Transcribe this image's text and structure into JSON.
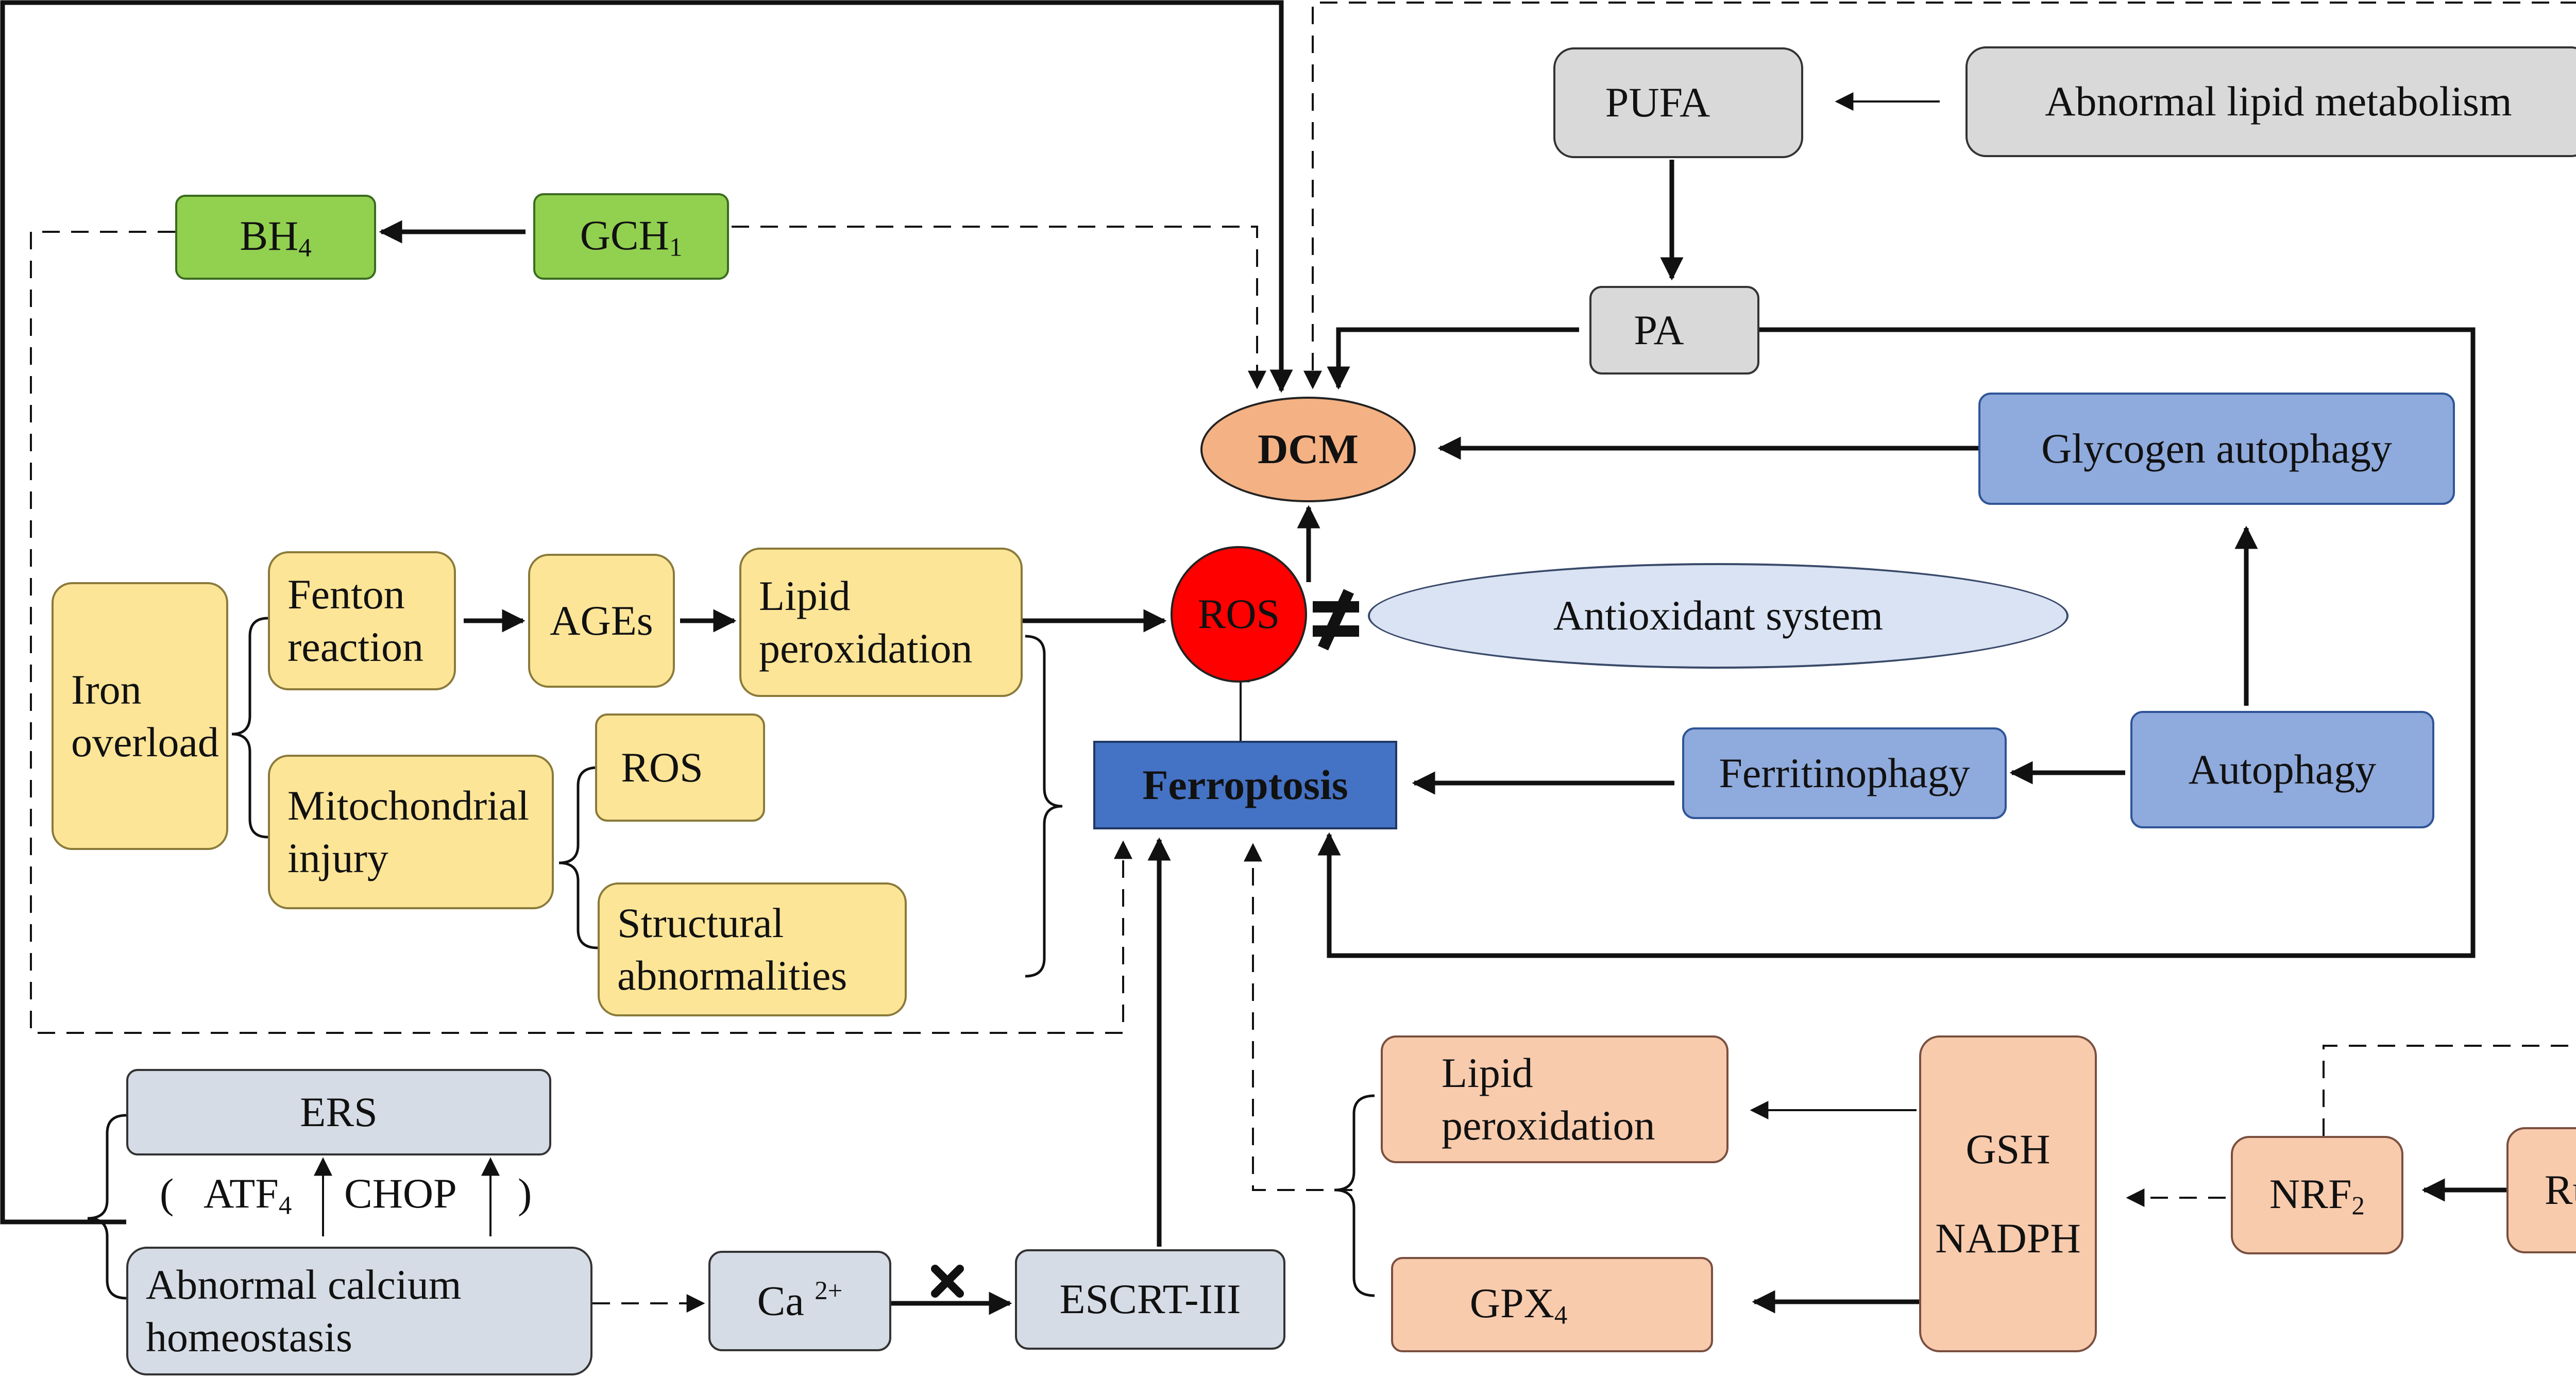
{
  "nodes": {
    "pufa": "PUFA",
    "abnormal_lipid": "Abnormal lipid metabolism",
    "bh4_base": "BH",
    "bh4_sub": "4",
    "gch1_base": "GCH",
    "gch1_sub": "1",
    "pa": "PA",
    "dcm": "DCM",
    "glycogen_autophagy": "Glycogen autophagy",
    "iron_overload": [
      "Iron",
      "overload"
    ],
    "fenton": [
      "Fenton",
      "reaction"
    ],
    "ages": "AGEs",
    "lipid_peroxidation": [
      "Lipid",
      "peroxidation"
    ],
    "ros": "ROS",
    "antioxidant": "Antioxidant  system",
    "mito_injury": [
      "Mitochondrial",
      "injury"
    ],
    "ros_small": "ROS",
    "ferroptosis": "Ferroptosis",
    "ferritinophagy": "Ferritinophagy",
    "autophagy": "Autophagy",
    "structural": [
      "Structural",
      "abnormalities"
    ],
    "ers": "ERS",
    "atf4_base": "ATF",
    "atf4_sub": "4",
    "chop": "CHOP",
    "paren_open": "(",
    "paren_close": ")",
    "abnormal_calcium": [
      "Abnormal calcium",
      "homeostasis"
    ],
    "ca_base": "Ca",
    "ca_sup": "2+",
    "escrt": "ESCRT-III",
    "lipid_perox_low": [
      "Lipid",
      "peroxidation"
    ],
    "gpx4_base": "GPX",
    "gpx4_sub": "4",
    "gsh": "GSH",
    "nadph": "NADPH",
    "nrf2_base": "NRF",
    "nrf2_sub": "2",
    "rutin": "Rutin"
  },
  "colors": {
    "yellow": "#fde598",
    "green": "#92d050",
    "gray": "#d9d9d9",
    "gray_blue": "#d6dce5",
    "blue": "#8faadc",
    "ferroptosis_blue": "#4472c4",
    "peach": "#f8cbad",
    "dcm_orange": "#f4b183",
    "ros_red": "#ff0000",
    "antioxidant_fill": "#dae3f3"
  },
  "symbols": {
    "not_equal_icon": "not-equal-bold",
    "inhibit_icon": "heavy-x"
  }
}
